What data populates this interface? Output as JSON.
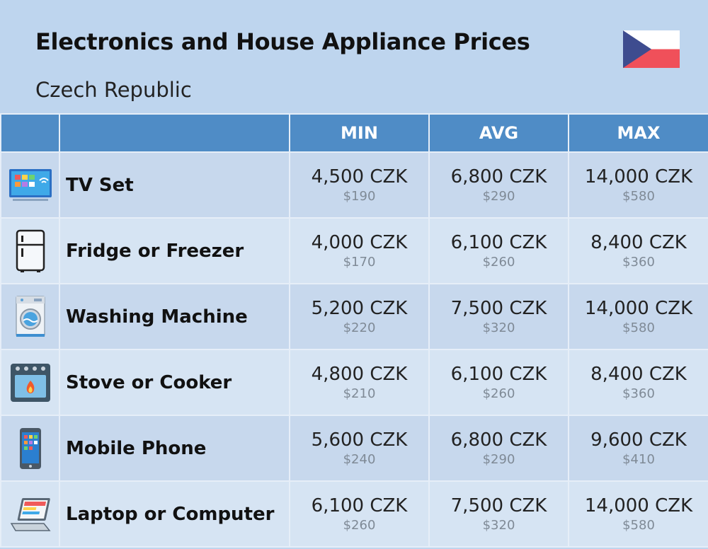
{
  "header": {
    "title": "Electronics and House Appliance Prices",
    "subtitle": "Czech Republic",
    "flag_icon": "czech-flag-icon"
  },
  "table": {
    "columns": [
      "",
      "",
      "MIN",
      "AVG",
      "MAX"
    ],
    "rows": [
      {
        "icon": "tv-icon",
        "name": "TV Set",
        "min": "4,500 CZK",
        "min_usd": "$190",
        "avg": "6,800 CZK",
        "avg_usd": "$290",
        "max": "14,000 CZK",
        "max_usd": "$580"
      },
      {
        "icon": "fridge-icon",
        "name": "Fridge or Freezer",
        "min": "4,000 CZK",
        "min_usd": "$170",
        "avg": "6,100 CZK",
        "avg_usd": "$260",
        "max": "8,400 CZK",
        "max_usd": "$360"
      },
      {
        "icon": "washing-machine-icon",
        "name": "Washing Machine",
        "min": "5,200 CZK",
        "min_usd": "$220",
        "avg": "7,500 CZK",
        "avg_usd": "$320",
        "max": "14,000 CZK",
        "max_usd": "$580"
      },
      {
        "icon": "stove-icon",
        "name": "Stove or Cooker",
        "min": "4,800 CZK",
        "min_usd": "$210",
        "avg": "6,100 CZK",
        "avg_usd": "$260",
        "max": "8,400 CZK",
        "max_usd": "$360"
      },
      {
        "icon": "mobile-phone-icon",
        "name": "Mobile Phone",
        "min": "5,600 CZK",
        "min_usd": "$240",
        "avg": "6,800 CZK",
        "avg_usd": "$290",
        "max": "9,600 CZK",
        "max_usd": "$410"
      },
      {
        "icon": "laptop-icon",
        "name": "Laptop or Computer",
        "min": "6,100 CZK",
        "min_usd": "$260",
        "avg": "7,500 CZK",
        "avg_usd": "$320",
        "max": "14,000 CZK",
        "max_usd": "$580"
      }
    ]
  },
  "colors": {
    "background": "#bed5ee",
    "header_row": "#4f8cc6",
    "row_odd": "#c7d8ed",
    "row_even": "#d6e4f3"
  }
}
